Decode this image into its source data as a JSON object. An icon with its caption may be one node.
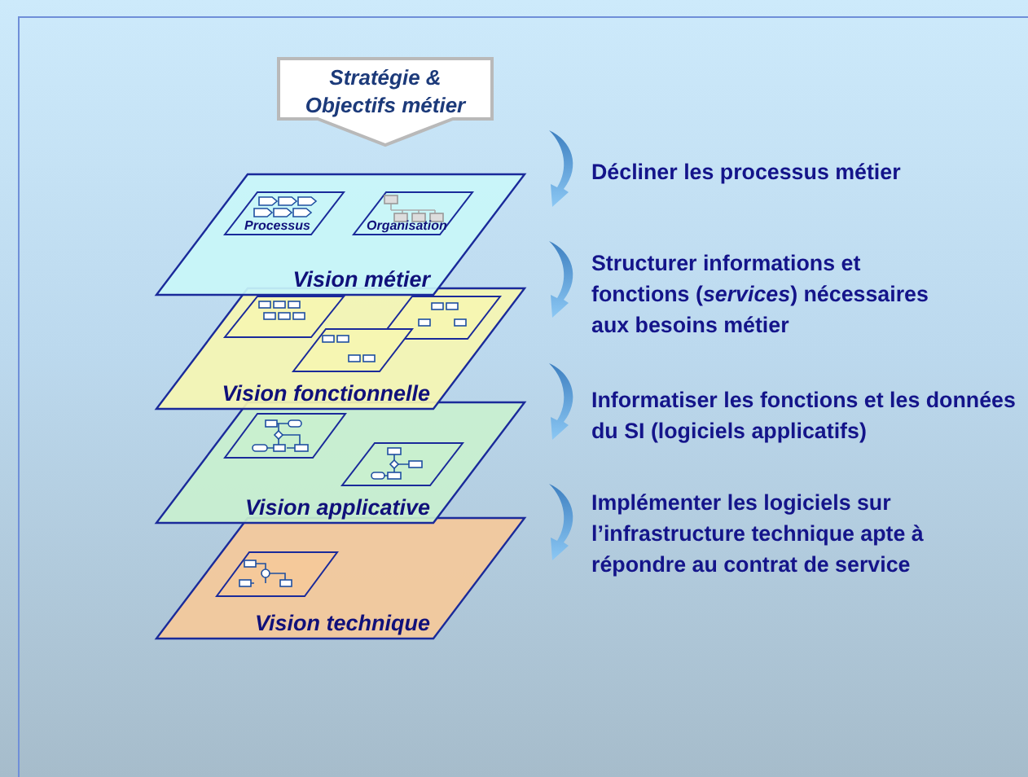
{
  "diagram": {
    "nodes": [
      {
        "text": [
          "Stratégie & Objectifs métier"
        ]
      },
      {
        "text": [
          "Vision métier"
        ]
      },
      {
        "text": [
          "Processus"
        ],
        "in": 1
      },
      {
        "text": [
          "Organisation"
        ],
        "in": 1
      },
      {
        "text": [
          "Vision fonctionnelle"
        ]
      },
      {
        "text": [],
        "shape": "parallelogram",
        "in": 4
      },
      {
        "text": [],
        "shape": "parallelogram",
        "in": 4
      },
      {
        "text": [],
        "shape": "parallelogram",
        "in": 4
      },
      {
        "text": [
          "Vision applicative"
        ]
      },
      {
        "text": [],
        "shape": "parallelogram",
        "in": 8
      },
      {
        "text": [],
        "shape": "parallelogram",
        "in": 8
      },
      {
        "text": [
          "Vision technique"
        ]
      },
      {
        "text": [],
        "shape": "parallelogram",
        "in": 11
      }
    ],
    "labels": [
      "Décliner les processus métier",
      "Structurer informations et fonctions (*services*) nécessaires aux besoins métier",
      "Informatiser les fonctions et les données du SI (logiciels applicatifs)",
      "Implémenter les logiciels sur l’infrastructure technique apte à répondre au contrat de service"
    ]
  }
}
